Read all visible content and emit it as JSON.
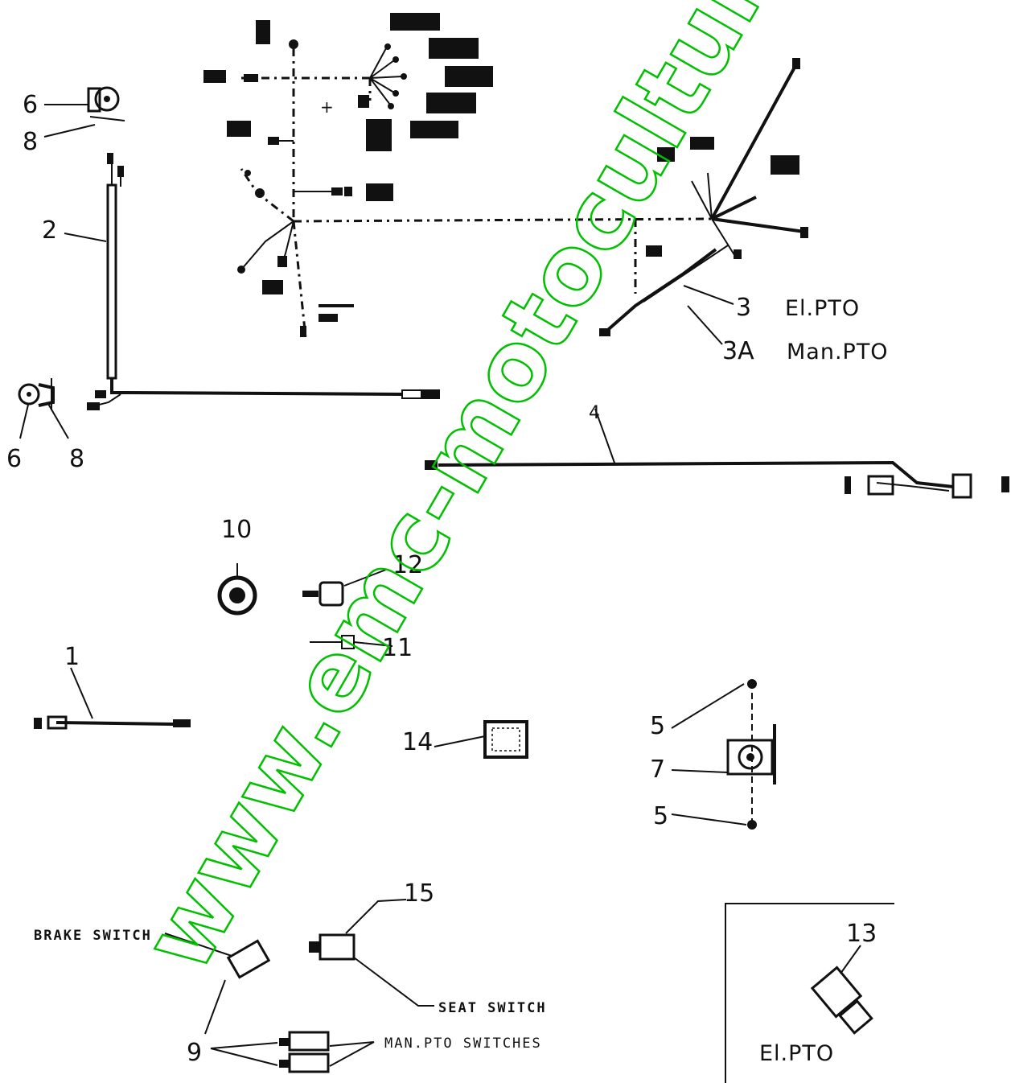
{
  "labels": {
    "l1": "1",
    "l2": "2",
    "l3": "3",
    "l3_desc": "El.PTO",
    "l3a": "3A",
    "l3a_desc": "Man.PTO",
    "l4": "4",
    "l5_top": "5",
    "l5_bottom": "5",
    "l6_top": "6",
    "l6_bottom": "6",
    "l7": "7",
    "l8_top": "8",
    "l8_bottom": "8",
    "l9": "9",
    "l10": "10",
    "l11": "11",
    "l12": "12",
    "l13": "13",
    "l14": "14",
    "l15": "15",
    "brake_switch": "BRAKE SWITCH",
    "seat_switch": "SEAT SWITCH",
    "man_pto_switches": "MAN.PTO SWITCHES",
    "inset_title": "El.PTO"
  },
  "watermark": "www.emc-motoculture.com",
  "colors": {
    "watermark": "#00c000",
    "ink": "#111111",
    "background": "#ffffff"
  }
}
